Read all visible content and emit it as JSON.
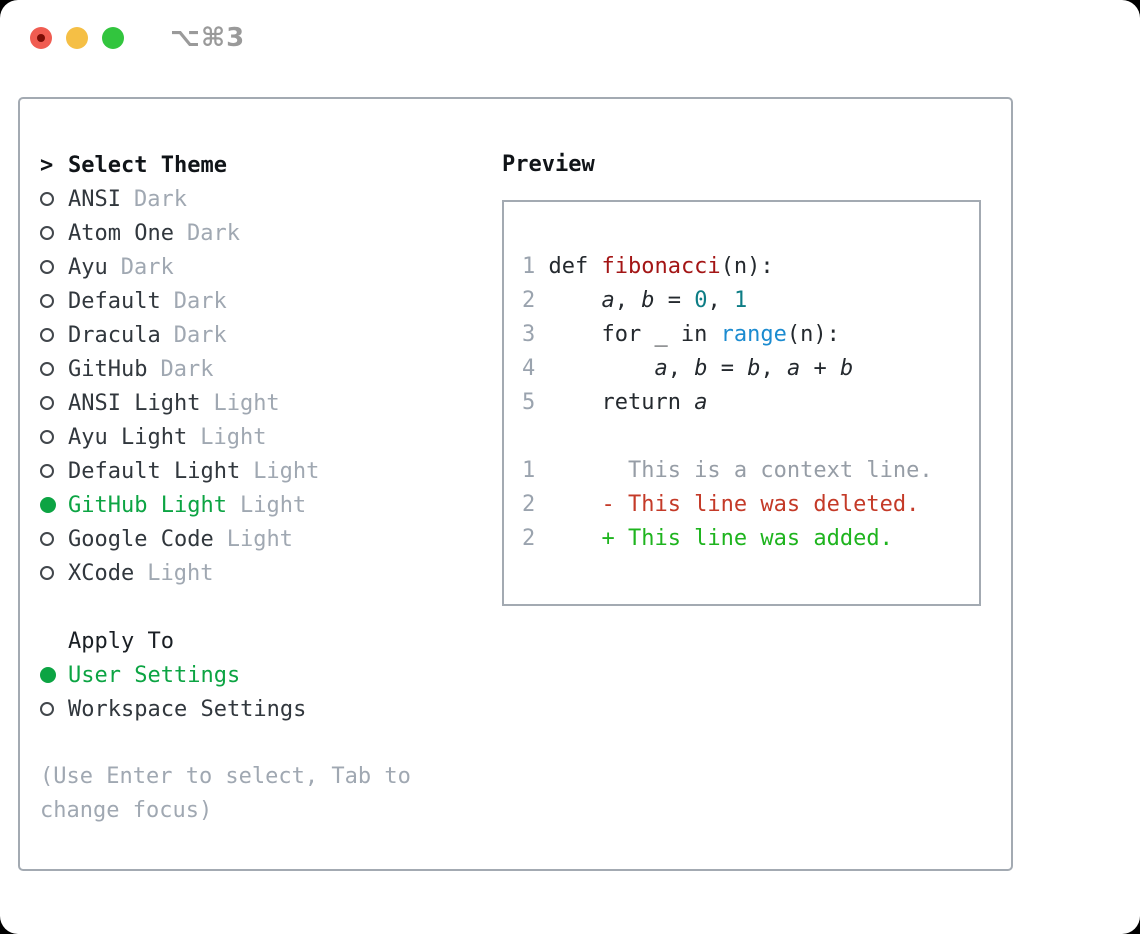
{
  "window": {
    "title": "⌥⌘3"
  },
  "colors": {
    "selection_green": "#0ca443",
    "added_green": "#1eb41e",
    "deleted_red": "#c43a28",
    "func_red": "#a31515",
    "number_teal": "#0d7d85",
    "builtin_blue": "#1b8bd0",
    "muted_gray": "#a0a8b2",
    "gutter_gray": "#9aa3ae",
    "text_dark": "#24292e",
    "border_gray": "#a3aab2",
    "close_red": "#f05c51",
    "close_dot": "#7b0d06",
    "minimize_yellow": "#f5bf45",
    "zoom_green": "#32c53e",
    "title_gray": "#9a9a9a"
  },
  "theme_list": {
    "header_prefix": ">",
    "header": "Select Theme",
    "items": [
      {
        "name": "ANSI",
        "variant": "Dark",
        "selected": false
      },
      {
        "name": "Atom One",
        "variant": "Dark",
        "selected": false
      },
      {
        "name": "Ayu",
        "variant": "Dark",
        "selected": false
      },
      {
        "name": "Default",
        "variant": "Dark",
        "selected": false
      },
      {
        "name": "Dracula",
        "variant": "Dark",
        "selected": false
      },
      {
        "name": "GitHub",
        "variant": "Dark",
        "selected": false
      },
      {
        "name": "ANSI Light",
        "variant": "Light",
        "selected": false
      },
      {
        "name": "Ayu Light",
        "variant": "Light",
        "selected": false
      },
      {
        "name": "Default Light",
        "variant": "Light",
        "selected": false
      },
      {
        "name": "GitHub Light",
        "variant": "Light",
        "selected": true
      },
      {
        "name": "Google Code",
        "variant": "Light",
        "selected": false
      },
      {
        "name": "XCode",
        "variant": "Light",
        "selected": false
      }
    ]
  },
  "apply_to": {
    "header": "Apply To",
    "options": [
      {
        "label": "User Settings",
        "selected": true
      },
      {
        "label": "Workspace Settings",
        "selected": false
      }
    ]
  },
  "hint": {
    "lines": [
      "(Use Enter to select, Tab to",
      "change focus)"
    ]
  },
  "preview": {
    "header": "Preview",
    "code_lines": [
      {
        "num": "1",
        "segments": [
          {
            "type": "plain",
            "text": "def "
          },
          {
            "type": "func",
            "text": "fibonacci"
          },
          {
            "type": "plain",
            "text": "(n):"
          }
        ]
      },
      {
        "num": "2",
        "segments": [
          {
            "type": "plain",
            "text": "    "
          },
          {
            "type": "var",
            "text": "a"
          },
          {
            "type": "plain",
            "text": ", "
          },
          {
            "type": "var",
            "text": "b"
          },
          {
            "type": "plain",
            "text": " = "
          },
          {
            "type": "number",
            "text": "0"
          },
          {
            "type": "plain",
            "text": ", "
          },
          {
            "type": "number",
            "text": "1"
          }
        ]
      },
      {
        "num": "3",
        "segments": [
          {
            "type": "plain",
            "text": "    for _ in "
          },
          {
            "type": "builtin",
            "text": "range"
          },
          {
            "type": "plain",
            "text": "(n):"
          }
        ]
      },
      {
        "num": "4",
        "segments": [
          {
            "type": "plain",
            "text": "        "
          },
          {
            "type": "var",
            "text": "a"
          },
          {
            "type": "plain",
            "text": ", "
          },
          {
            "type": "var",
            "text": "b"
          },
          {
            "type": "plain",
            "text": " = "
          },
          {
            "type": "var",
            "text": "b"
          },
          {
            "type": "plain",
            "text": ", "
          },
          {
            "type": "var",
            "text": "a"
          },
          {
            "type": "plain",
            "text": " + "
          },
          {
            "type": "var",
            "text": "b"
          }
        ]
      },
      {
        "num": "5",
        "segments": [
          {
            "type": "plain",
            "text": "    return "
          },
          {
            "type": "var",
            "text": "a"
          }
        ]
      },
      {
        "num": "",
        "segments": []
      },
      {
        "num": "1",
        "segments": [
          {
            "type": "context",
            "text": "      This is a context line."
          }
        ]
      },
      {
        "num": "2",
        "segments": [
          {
            "type": "deleted",
            "text": "    - This line was deleted."
          }
        ]
      },
      {
        "num": "2",
        "segments": [
          {
            "type": "added",
            "text": "    + This line was added."
          }
        ]
      }
    ]
  }
}
